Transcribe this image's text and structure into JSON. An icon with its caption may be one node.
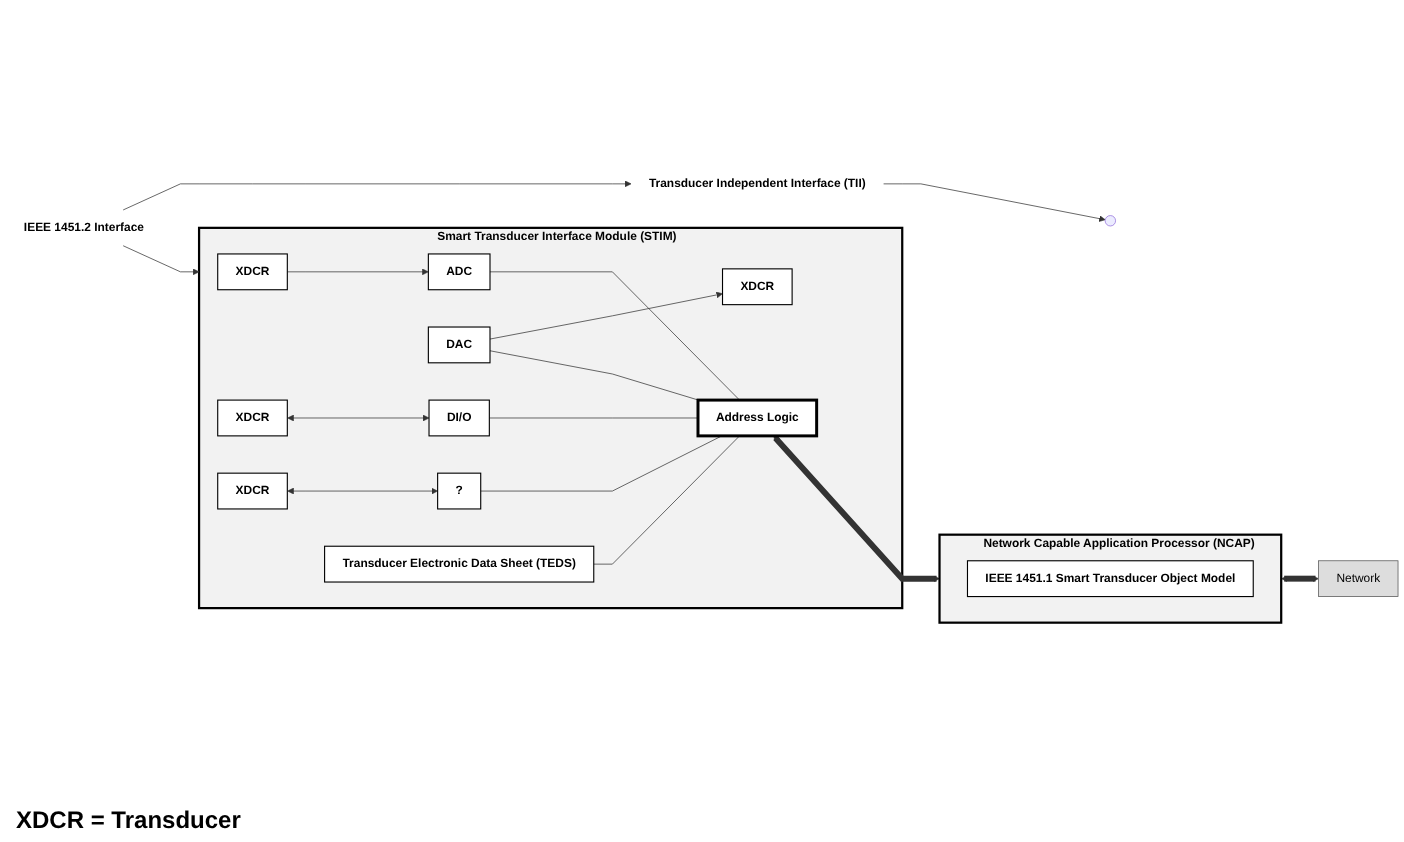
{
  "diagram": {
    "nodes": [
      {
        "text": [
          "Smart Transducer Interface Module (STIM)"
        ]
      },
      {
        "text": [
          "XDCR"
        ],
        "in": 0
      },
      {
        "text": [
          "ADC"
        ],
        "in": 0
      },
      {
        "text": [
          "XDCR"
        ],
        "in": 0
      },
      {
        "text": [
          "DAC"
        ],
        "in": 0
      },
      {
        "text": [
          "XDCR"
        ],
        "in": 0
      },
      {
        "text": [
          "DI/O"
        ],
        "in": 0
      },
      {
        "text": [
          "XDCR"
        ],
        "in": 0
      },
      {
        "text": [
          "?"
        ],
        "in": 0
      },
      {
        "text": [
          "Transducer Electronic Data Sheet (TEDS)"
        ],
        "in": 0
      },
      {
        "text": [
          "Address Logic"
        ],
        "in": 0
      },
      {
        "text": [
          "Network Capable Application Processor (NCAP)"
        ]
      },
      {
        "text": [
          "IEEE 1451.1 Smart Transducer Object Model"
        ],
        "in": 11
      },
      {
        "text": [
          "Network"
        ]
      },
      {
        "text": [
          "IEEE 1451.2 Interface"
        ]
      },
      {
        "text": [
          "Transducer Independent Interface (TII)"
        ]
      }
    ],
    "edges": [
      {
        "from": 1,
        "to": 2,
        "arrow": "to"
      },
      {
        "from": 4,
        "to": 3,
        "arrow": "to"
      },
      {
        "from": 5,
        "to": 6,
        "arrow": "both"
      },
      {
        "from": 7,
        "to": 8,
        "arrow": "both"
      },
      {
        "from": 2,
        "to": 10,
        "arrow": "none"
      },
      {
        "from": 4,
        "to": 10,
        "arrow": "none"
      },
      {
        "from": 6,
        "to": 10,
        "arrow": "none"
      },
      {
        "from": 8,
        "to": 10,
        "arrow": "none"
      },
      {
        "from": 9,
        "to": 10,
        "arrow": "none"
      },
      {
        "from": 10,
        "to": 11,
        "arrow": "both",
        "style": "thick"
      },
      {
        "from": 11,
        "to": 13,
        "arrow": "both",
        "style": "thick"
      },
      {
        "from": 14,
        "to": 0,
        "arrow": "to"
      },
      {
        "from": 14,
        "to": 15,
        "arrow": "to"
      },
      {
        "from": 15,
        "to": null,
        "arrow": "to"
      }
    ],
    "labels": [
      "XDCR = Transducer"
    ]
  }
}
